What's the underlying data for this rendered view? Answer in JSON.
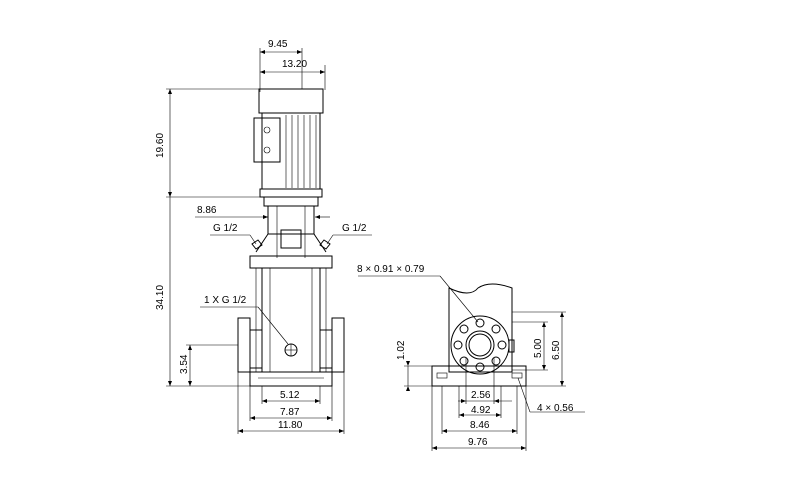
{
  "diagram": {
    "dimensions": {
      "motor_offset": "9.45",
      "motor_width": "13.20",
      "motor_height": "19.60",
      "pump_height": "34.10",
      "coupling_width": "8.86",
      "port_left": "G 1/2",
      "port_right": "G 1/2",
      "drain_port": "1 X G 1/2",
      "inlet_height": "3.54",
      "flange_width_1": "5.12",
      "flange_width_2": "7.87",
      "overall_width": "11.80",
      "flange_holes": "8 × 0.91 × 0.79",
      "base_height": "1.02",
      "flange_height_1": "5.00",
      "flange_height_2": "6.50",
      "foot_spacing_1": "2.56",
      "foot_spacing_2": "4.92",
      "foot_spacing_3": "8.46",
      "base_width": "9.76",
      "mount_holes": "4 × 0.56"
    }
  }
}
